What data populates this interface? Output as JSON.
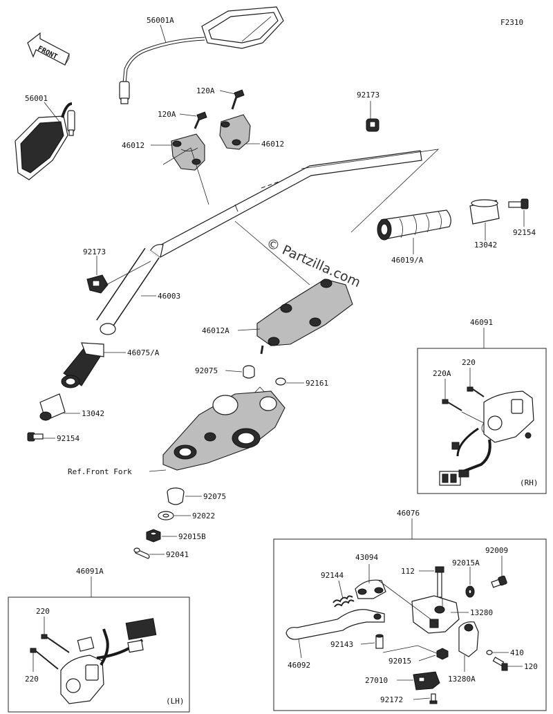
{
  "diagram": {
    "figure_code": "F2310",
    "watermark": "© Partzilla.com",
    "front_marker": "FRONT",
    "ref_note": "Ref.Front Fork",
    "parts": {
      "mirror_right": "56001A",
      "mirror_left": "56001",
      "bolt_a": "120A",
      "bolt_b": "120A",
      "holder_upper_left": "46012",
      "holder_upper_right": "46012",
      "clamp_top": "92173",
      "clamp_left": "92173",
      "handlebar": "46003",
      "grip_right": "46019/A",
      "weight_right": "13042",
      "screw_right": "92154",
      "holder_lower": "46012A",
      "grip_left": "46075/A",
      "weight_left": "13042",
      "screw_left": "92154",
      "damper_upper": "92075",
      "cap": "92161",
      "damper_lower": "92075",
      "washer": "92022",
      "nut": "92015B",
      "cotter_pin": "92041",
      "switch_rh_assy": "46091",
      "rh_screw_a": "220",
      "rh_screw_b": "220A",
      "rh_tag": "(RH)",
      "switch_lh_assy": "46091A",
      "lh_screw_a": "220",
      "lh_screw_b": "220",
      "lh_tag": "(LH)",
      "clutch_assy": "46076",
      "knob": "43094",
      "spring": "92144",
      "bolt_112": "112",
      "nut_92015a": "92015A",
      "bolt_92009": "92009",
      "clamp_13280": "13280",
      "lever": "46092",
      "collar": "92143",
      "nut_92015": "92015",
      "washer_410": "410",
      "bolt_120": "120",
      "clamp_13280a": "13280A",
      "switch_27010": "27010",
      "screw_92172": "92172"
    }
  }
}
